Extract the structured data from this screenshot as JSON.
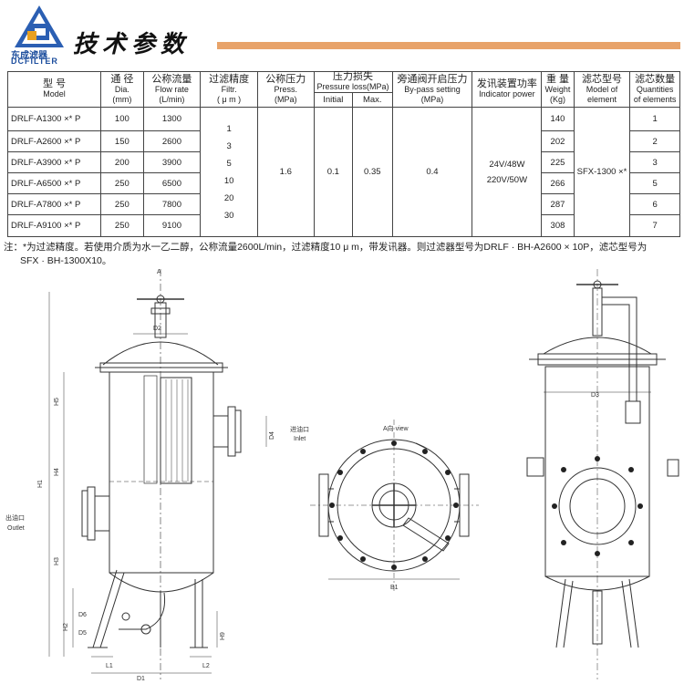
{
  "header": {
    "logo_cn": "东成滤器",
    "logo_en": "DCFILTER",
    "title": "技术参数"
  },
  "table": {
    "headers": {
      "model": {
        "cn": "型 号",
        "en": "Model"
      },
      "dia": {
        "cn": "通 径",
        "en1": "Dia.",
        "en2": "(mm)"
      },
      "flow": {
        "cn": "公称流量",
        "en1": "Flow rate",
        "en2": "(L/min)"
      },
      "filtr": {
        "cn": "过滤精度",
        "en1": "Filtr.",
        "en2": "( μ m )"
      },
      "press": {
        "cn": "公称压力",
        "en1": "Press.",
        "en2": "(MPa)"
      },
      "loss": {
        "cn": "压力损失",
        "en": "Pressure loss(MPa)",
        "initial": "Initial",
        "max": "Max."
      },
      "bypass": {
        "cn": "旁通阀开启压力",
        "en1": "By-pass setting",
        "en2": "(MPa)"
      },
      "indicator": {
        "cn": "发讯装置功率",
        "en": "Indicator power"
      },
      "weight": {
        "cn": "重 量",
        "en1": "Weight",
        "en2": "(Kg)"
      },
      "element": {
        "cn": "滤芯型号",
        "en1": "Model of",
        "en2": "element"
      },
      "qty": {
        "cn": "滤芯数量",
        "en1": "Quantities",
        "en2": "of elements"
      }
    },
    "rows": [
      {
        "model": "DRLF-A1300 ×* P",
        "dia": "100",
        "flow": "1300",
        "weight": "140",
        "qty": "1"
      },
      {
        "model": "DRLF-A2600 ×* P",
        "dia": "150",
        "flow": "2600",
        "weight": "202",
        "qty": "2"
      },
      {
        "model": "DRLF-A3900 ×* P",
        "dia": "200",
        "flow": "3900",
        "weight": "225",
        "qty": "3"
      },
      {
        "model": "DRLF-A6500 ×* P",
        "dia": "250",
        "flow": "6500",
        "weight": "266",
        "qty": "5"
      },
      {
        "model": "DRLF-A7800 ×* P",
        "dia": "250",
        "flow": "7800",
        "weight": "287",
        "qty": "6"
      },
      {
        "model": "DRLF-A9100 ×* P",
        "dia": "250",
        "flow": "9100",
        "weight": "308",
        "qty": "7"
      }
    ],
    "filtr_values": [
      "1",
      "3",
      "5",
      "10",
      "20",
      "30"
    ],
    "press": "1.6",
    "loss_initial": "0.1",
    "loss_max": "0.35",
    "bypass": "0.4",
    "indicator_1": "24V/48W",
    "indicator_2": "220V/50W",
    "element_model": "SFX-1300 ×*"
  },
  "note": {
    "line1": "注：*为过滤精度。若使用介质为水一乙二醇，公称流量2600L/min，过滤精度10 μ m，带发讯器。则过滤器型号为DRLF · BH-A2600 × 10P，滤芯型号为",
    "line2": "SFX · BH-1300X10。"
  },
  "drawing": {
    "labels": {
      "a": "A",
      "d2": "D2",
      "h5": "H5",
      "h4": "H4",
      "h1": "H1",
      "h3": "H3",
      "h2": "H2",
      "d6": "D6",
      "d5": "D5",
      "d4": "D4",
      "h9": "H9",
      "l1": "L1",
      "l2": "L2",
      "d1": "D1",
      "inlet_cn": "进油口",
      "inlet_en": "Inlet",
      "outlet_cn": "出油口",
      "outlet_en": "Outlet",
      "view": "A向  view",
      "b1": "B1",
      "d3": "D3"
    }
  }
}
